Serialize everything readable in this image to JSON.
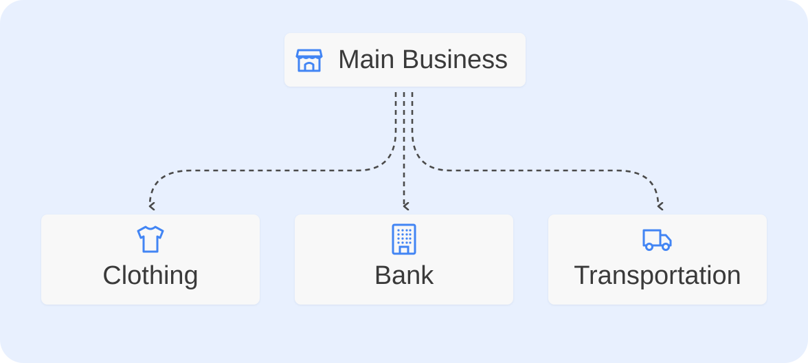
{
  "colors": {
    "background": "#e8f0fe",
    "card": "#f8f8f8",
    "icon_accent": "#4285f4",
    "text": "#3a3a3a",
    "connector": "#4a4a4a"
  },
  "root": {
    "label": "Main Business",
    "icon": "storefront-icon"
  },
  "children": [
    {
      "label": "Clothing",
      "icon": "tshirt-icon"
    },
    {
      "label": "Bank",
      "icon": "office-building-icon"
    },
    {
      "label": "Transportation",
      "icon": "truck-icon"
    }
  ]
}
